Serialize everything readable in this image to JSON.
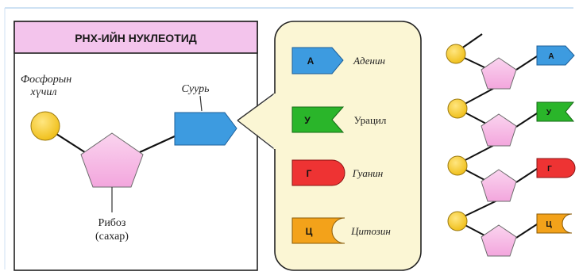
{
  "diagram": {
    "title": "РНХ-ИЙН НУКЛЕОТИД",
    "phosphate_label_line1": "Фосфорын",
    "phosphate_label_line2": "хүчил",
    "base_label": "Суурь",
    "ribose_label_line1": "Рибоз",
    "ribose_label_line2": "(сахар)"
  },
  "bases": [
    {
      "letter": "А",
      "name": "Аденин",
      "shape": "arrow",
      "color": "#3d9be0"
    },
    {
      "letter": "У",
      "name": "Урацил",
      "shape": "notch",
      "color": "#2ab52a"
    },
    {
      "letter": "Г",
      "name": "Гуанин",
      "shape": "round",
      "color": "#ee3333"
    },
    {
      "letter": "Ц",
      "name": "Цитозин",
      "shape": "cup",
      "color": "#f3a21a"
    }
  ],
  "colors": {
    "title_band": "#f3c4ec",
    "panel_bg": "#fbf6d4",
    "phosphate": "#f6cf2c",
    "ribose": "#f7b6e4",
    "frame_blue": "#7fb4e0"
  },
  "icons": [
    "phosphate-circle-icon",
    "ribose-pentagon-icon",
    "base-block-icon"
  ]
}
